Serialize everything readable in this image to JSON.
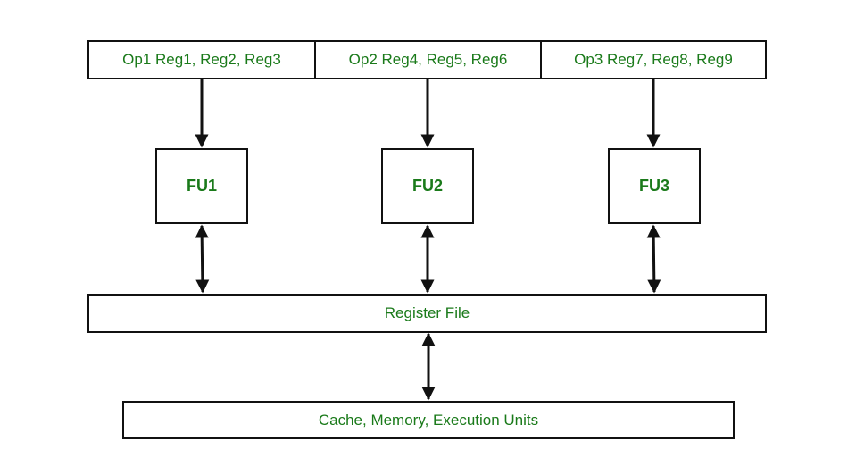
{
  "diagram": {
    "instruction_slots": [
      {
        "label": "Op1 Reg1, Reg2, Reg3"
      },
      {
        "label": "Op2 Reg4, Reg5, Reg6"
      },
      {
        "label": "Op3 Reg7, Reg8, Reg9"
      }
    ],
    "functional_units": [
      {
        "label": "FU1"
      },
      {
        "label": "FU2"
      },
      {
        "label": "FU3"
      }
    ],
    "register_file": {
      "label": "Register File"
    },
    "backend": {
      "label": "Cache, Memory, Execution Units"
    },
    "colors": {
      "text": "#1a7a1a",
      "stroke": "#111111"
    }
  }
}
